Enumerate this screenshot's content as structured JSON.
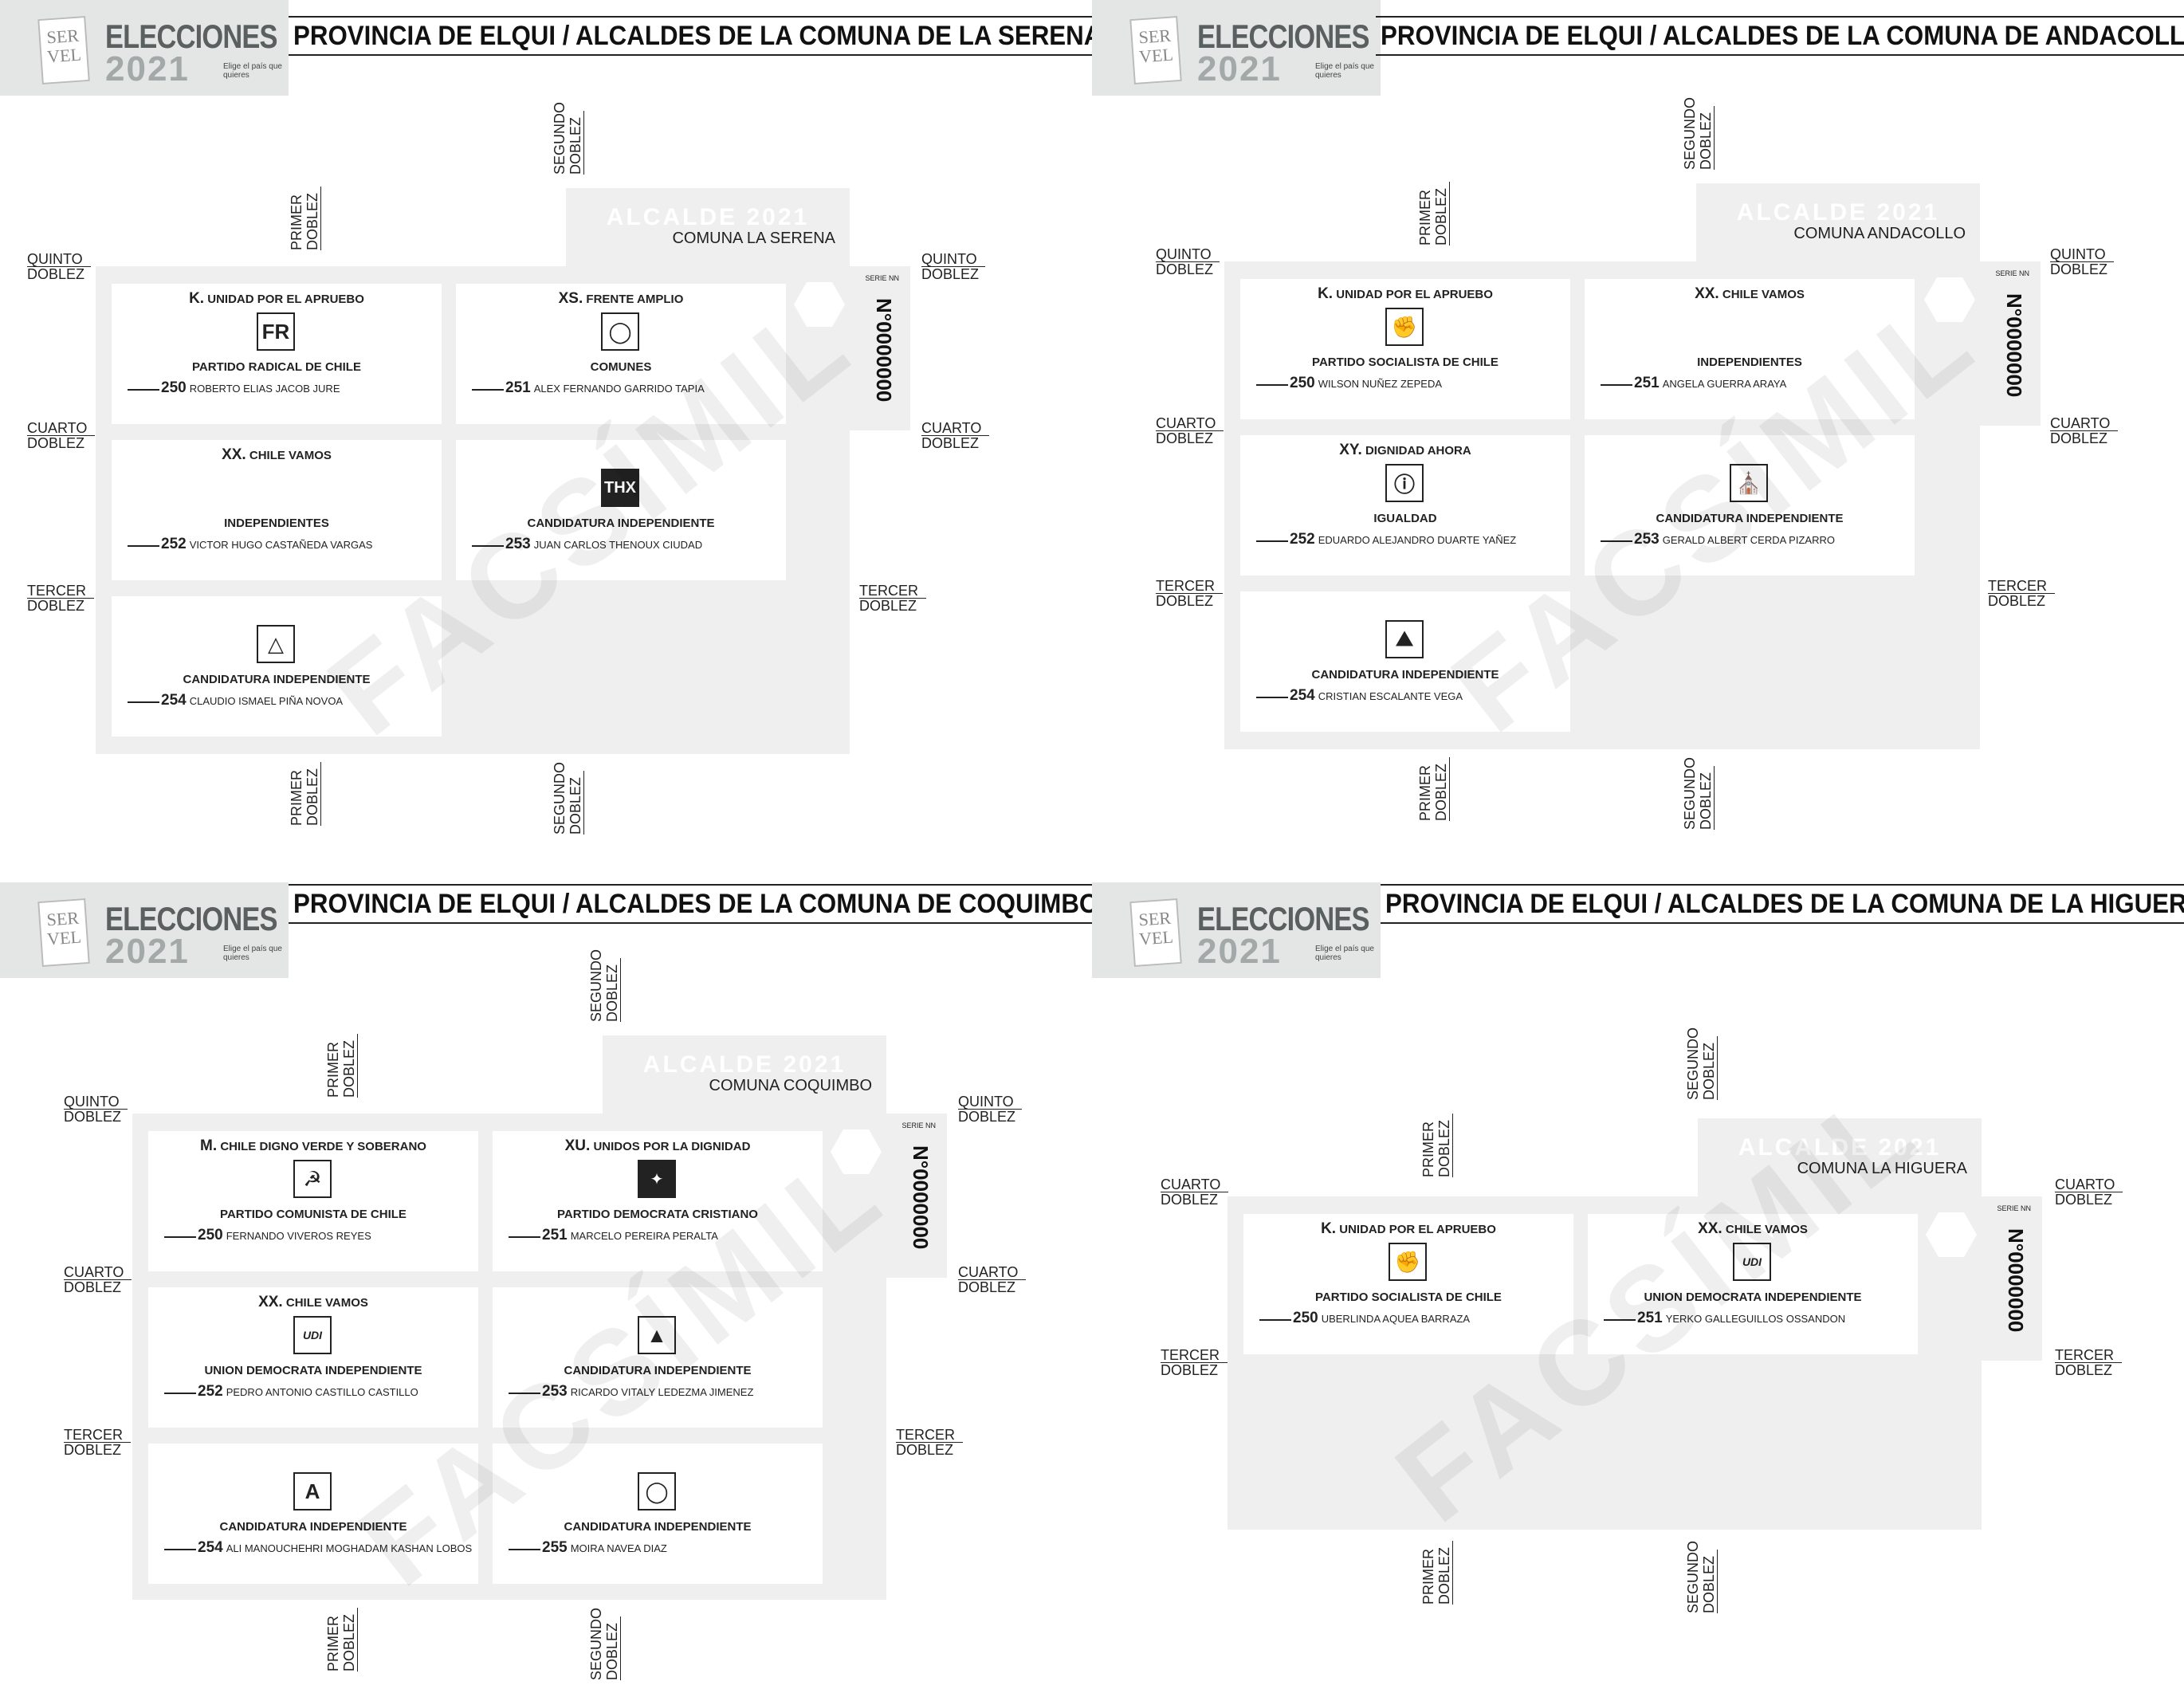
{
  "logo": {
    "card_text": "SER VEL",
    "word": "ELECCIONES",
    "year": "2021",
    "tagline": "Elige el país que quieres"
  },
  "folds": {
    "primer": "PRIMER",
    "segundo": "SEGUNDO",
    "tercer": "TERCER",
    "cuarto": "CUARTO",
    "quinto": "QUINTO",
    "doblez": "DOBLEZ"
  },
  "ballot_header": "ALCALDE 2021",
  "serie_label": "SERIE NN",
  "serial": "N°0000000",
  "watermark": "FACSÍMIL",
  "ballots": [
    {
      "title": "PROVINCIA DE ELQUI / ALCALDES DE LA COMUNA DE LA SERENA",
      "commune": "COMUNA LA SERENA",
      "boxes": [
        {
          "code": "K.",
          "pact": "UNIDAD POR EL APRUEBO",
          "icon": "FR",
          "party": "PARTIDO RADICAL DE CHILE",
          "num": "250",
          "name": "ROBERTO ELIAS JACOB JURE"
        },
        {
          "code": "XS.",
          "pact": "FRENTE AMPLIO",
          "icon": "◯",
          "party": "COMUNES",
          "num": "251",
          "name": "ALEX FERNANDO GARRIDO TAPIA"
        },
        {
          "code": "XX.",
          "pact": "CHILE VAMOS",
          "icon": "",
          "party": "INDEPENDIENTES",
          "num": "252",
          "name": "VICTOR HUGO CASTAÑEDA VARGAS"
        },
        {
          "code": "",
          "pact": "",
          "icon": "THX",
          "party": "CANDIDATURA INDEPENDIENTE",
          "num": "253",
          "name": "JUAN CARLOS THENOUX CIUDAD"
        },
        {
          "code": "",
          "pact": "",
          "icon": "△",
          "party": "CANDIDATURA INDEPENDIENTE",
          "num": "254",
          "name": "CLAUDIO ISMAEL PIÑA NOVOA"
        }
      ]
    },
    {
      "title": "PROVINCIA DE ELQUI / ALCALDES DE LA COMUNA DE ANDACOLLO",
      "commune": "COMUNA ANDACOLLO",
      "boxes": [
        {
          "code": "K.",
          "pact": "UNIDAD POR EL APRUEBO",
          "icon": "✊",
          "party": "PARTIDO SOCIALISTA DE CHILE",
          "num": "250",
          "name": "WILSON NUÑEZ ZEPEDA"
        },
        {
          "code": "XX.",
          "pact": "CHILE VAMOS",
          "icon": "",
          "party": "INDEPENDIENTES",
          "num": "251",
          "name": "ANGELA GUERRA ARAYA"
        },
        {
          "code": "XY.",
          "pact": "DIGNIDAD AHORA",
          "icon": "ⓘ",
          "party": "IGUALDAD",
          "num": "252",
          "name": "EDUARDO ALEJANDRO DUARTE YAÑEZ"
        },
        {
          "code": "",
          "pact": "",
          "icon": "⛪",
          "party": "CANDIDATURA INDEPENDIENTE",
          "num": "253",
          "name": "GERALD ALBERT CERDA PIZARRO"
        },
        {
          "code": "",
          "pact": "",
          "icon": "⛰",
          "party": "CANDIDATURA INDEPENDIENTE",
          "num": "254",
          "name": "CRISTIAN ESCALANTE VEGA"
        }
      ]
    },
    {
      "title": "PROVINCIA DE ELQUI / ALCALDES DE LA COMUNA DE COQUIMBO",
      "commune": "COMUNA COQUIMBO",
      "boxes": [
        {
          "code": "M.",
          "pact": "CHILE DIGNO VERDE Y SOBERANO",
          "icon": "☭",
          "party": "PARTIDO COMUNISTA DE CHILE",
          "num": "250",
          "name": "FERNANDO VIVEROS REYES"
        },
        {
          "code": "XU.",
          "pact": "UNIDOS POR LA DIGNIDAD",
          "icon": "✦",
          "party": "PARTIDO DEMOCRATA CRISTIANO",
          "num": "251",
          "name": "MARCELO PEREIRA PERALTA"
        },
        {
          "code": "XX.",
          "pact": "CHILE VAMOS",
          "icon": "UDI",
          "party": "UNION DEMOCRATA INDEPENDIENTE",
          "num": "252",
          "name": "PEDRO ANTONIO CASTILLO CASTILLO"
        },
        {
          "code": "",
          "pact": "",
          "icon": "▲",
          "party": "CANDIDATURA INDEPENDIENTE",
          "num": "253",
          "name": "RICARDO VITALY LEDEZMA JIMENEZ"
        },
        {
          "code": "",
          "pact": "",
          "icon": "A",
          "party": "CANDIDATURA INDEPENDIENTE",
          "num": "254",
          "name": "ALI MANOUCHEHRI MOGHADAM KASHAN LOBOS"
        },
        {
          "code": "",
          "pact": "",
          "icon": "◯",
          "party": "CANDIDATURA INDEPENDIENTE",
          "num": "255",
          "name": "MOIRA NAVEA DIAZ"
        }
      ]
    },
    {
      "title": "PROVINCIA DE ELQUI / ALCALDES DE LA COMUNA DE LA HIGUERA",
      "commune": "COMUNA LA HIGUERA",
      "boxes": [
        {
          "code": "K.",
          "pact": "UNIDAD POR EL APRUEBO",
          "icon": "✊",
          "party": "PARTIDO SOCIALISTA DE CHILE",
          "num": "250",
          "name": "UBERLINDA AQUEA BARRAZA"
        },
        {
          "code": "XX.",
          "pact": "CHILE VAMOS",
          "icon": "UDI",
          "party": "UNION DEMOCRATA INDEPENDIENTE",
          "num": "251",
          "name": "YERKO GALLEGUILLOS OSSANDON"
        }
      ]
    }
  ]
}
